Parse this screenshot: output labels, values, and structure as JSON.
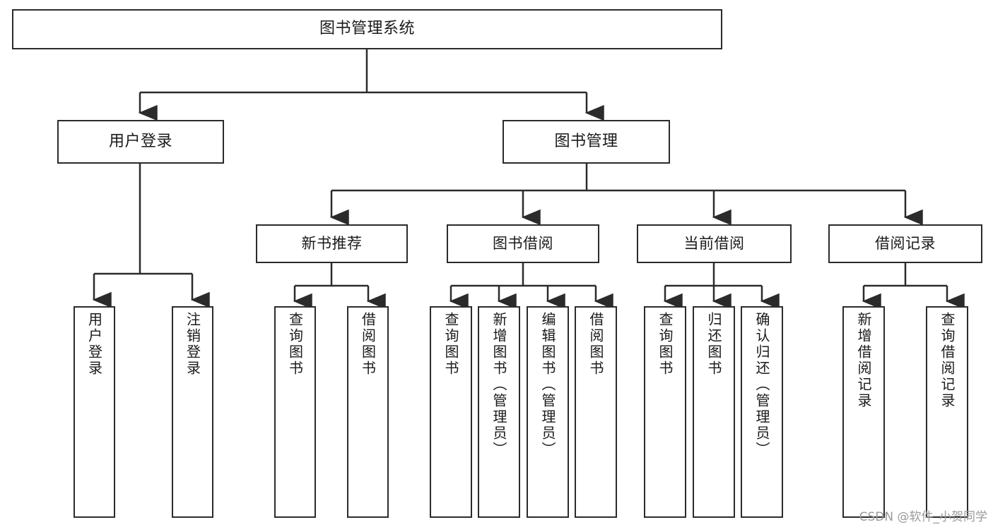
{
  "diagram": {
    "title": "图书管理系统",
    "watermark": "CSDN @软件_小贺同学",
    "colors": {
      "stroke": "#2b2b2b",
      "fill": "#ffffff",
      "text": "#1a1a1a",
      "watermark": "#9a9a9a"
    },
    "nodes": {
      "root": {
        "label": "图书管理系统"
      },
      "level1": [
        {
          "id": "user-login",
          "label": "用户登录"
        },
        {
          "id": "book-management",
          "label": "图书管理"
        }
      ],
      "level2": [
        {
          "id": "new-book-recommend",
          "label": "新书推荐"
        },
        {
          "id": "book-borrow",
          "label": "图书借阅"
        },
        {
          "id": "current-borrow",
          "label": "当前借阅"
        },
        {
          "id": "borrow-record",
          "label": "借阅记录"
        }
      ],
      "leaves": {
        "user-login": [
          {
            "id": "leaf-user-login",
            "label": "用户登录"
          },
          {
            "id": "leaf-logout-login",
            "label": "注销登录"
          }
        ],
        "new-book-recommend": [
          {
            "id": "leaf-query-book-1",
            "label": "查询图书"
          },
          {
            "id": "leaf-borrow-book-1",
            "label": "借阅图书"
          }
        ],
        "book-borrow": [
          {
            "id": "leaf-query-book-2",
            "label": "查询图书"
          },
          {
            "id": "leaf-add-book",
            "label": "新增图书（管理员）"
          },
          {
            "id": "leaf-edit-book",
            "label": "编辑图书（管理员）"
          },
          {
            "id": "leaf-borrow-book-2",
            "label": "借阅图书"
          }
        ],
        "current-borrow": [
          {
            "id": "leaf-query-book-3",
            "label": "查询图书"
          },
          {
            "id": "leaf-return-book",
            "label": "归还图书"
          },
          {
            "id": "leaf-confirm-return",
            "label": "确认归还（管理员）"
          }
        ],
        "borrow-record": [
          {
            "id": "leaf-add-record",
            "label": "新增借阅记录"
          },
          {
            "id": "leaf-query-record",
            "label": "查询借阅记录"
          }
        ]
      }
    }
  }
}
